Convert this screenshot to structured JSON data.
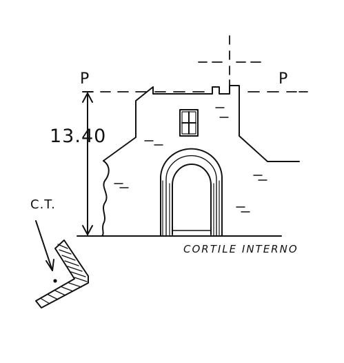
{
  "labels": {
    "plane_left": "P",
    "plane_right": "P",
    "height": "13.40",
    "point": "C.T.",
    "caption": "CORTILE INTERNO"
  },
  "colors": {
    "ink": "#111111",
    "paper": "#ffffff"
  }
}
